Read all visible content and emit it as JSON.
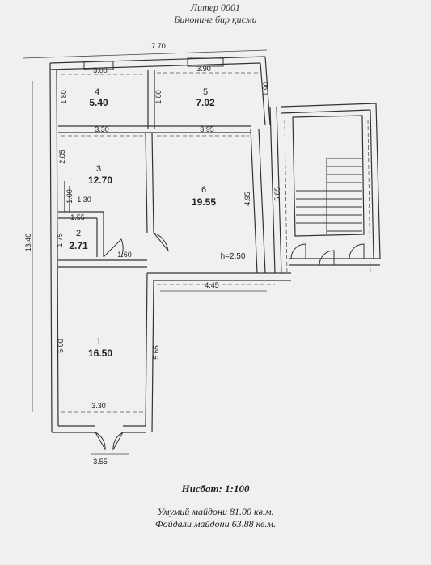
{
  "header": {
    "line1": "Литер 0001",
    "line2": "Бинонинг бир қисми"
  },
  "rooms": [
    {
      "number": "4",
      "area": "5.40"
    },
    {
      "number": "5",
      "area": "7.02"
    },
    {
      "number": "3",
      "area": "12.70"
    },
    {
      "number": "6",
      "area": "19.55"
    },
    {
      "number": "2",
      "area": "2.71"
    },
    {
      "number": "1",
      "area": "16.50"
    }
  ],
  "dimensions": {
    "overall_width": "7.70",
    "room4_top": "3.00",
    "room5_top": "3.90",
    "room4_side": "1.80",
    "room5_side": "1.80",
    "right_top_side": "1.90",
    "room3_top": "3.30",
    "room6_top": "3.95",
    "room3_side": "2.05",
    "room6_side": "4.95",
    "right_side": "5.85",
    "closet_side": "1.00",
    "closet_width": "1.30",
    "room2_top": "1.55",
    "room2_side": "1.75",
    "room2_bottom": "1.60",
    "overall_height": "13.40",
    "corridor_width": "4.45",
    "ceiling_height": "h=2.50",
    "room1_left": "5.00",
    "room1_right": "5.65",
    "room1_bottom": "3.30",
    "bottom_width": "3.55"
  },
  "footer": {
    "scale": "Нисбат: 1:100",
    "total_area": "Умумий майдони 81.00 кв.м.",
    "useful_area": "Фойдали майдони 63.88 кв.м."
  }
}
